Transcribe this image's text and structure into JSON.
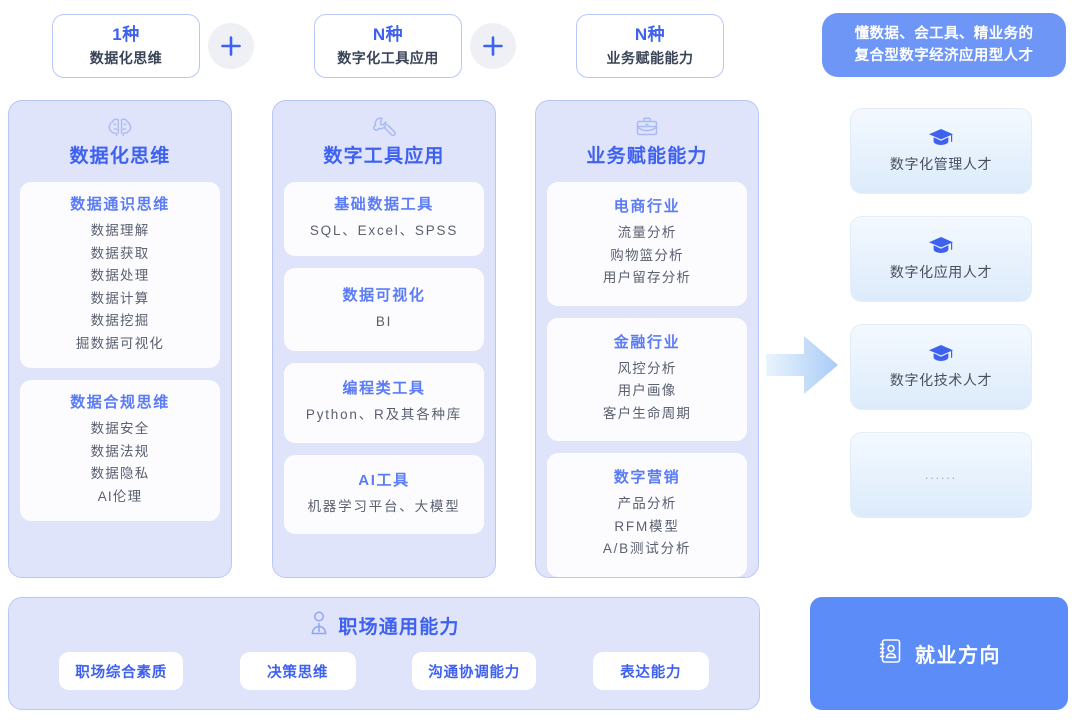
{
  "top_row": {
    "chips": [
      {
        "count": "1种",
        "label": "数据化思维"
      },
      {
        "count": "N种",
        "label": "数字化工具应用"
      },
      {
        "count": "N种",
        "label": "业务赋能能力"
      }
    ],
    "separators": [
      "plus-icon",
      "plus-icon"
    ]
  },
  "top_badge": {
    "line1": "懂数据、会工具、精业务的",
    "line2": "复合型数字经济应用型人才",
    "color": "#6e96f7"
  },
  "columns": [
    {
      "icon": "brain-icon",
      "title": "数据化思维",
      "cards": [
        {
          "title": "数据通识思维",
          "items": [
            "数据理解",
            "数据获取",
            "数据处理",
            "数据计算",
            "数据挖掘",
            "掘数据可视化"
          ]
        },
        {
          "title": "数据合规思维",
          "items": [
            "数据安全",
            "数据法规",
            "数据隐私",
            "AI伦理"
          ]
        }
      ]
    },
    {
      "icon": "wrench-icon",
      "title": "数字工具应用",
      "cards": [
        {
          "title": "基础数据工具",
          "items": [
            "SQL、Excel、SPSS"
          ]
        },
        {
          "title": "数据可视化",
          "items": [
            "BI"
          ]
        },
        {
          "title": "编程类工具",
          "items": [
            "Python、R及其各种库"
          ]
        },
        {
          "title": "AI工具",
          "items": [
            "机器学习平台、大模型"
          ]
        }
      ]
    },
    {
      "icon": "briefcase-icon",
      "title": "业务赋能能力",
      "cards": [
        {
          "title": "电商行业",
          "items": [
            "流量分析",
            "购物篮分析",
            "用户留存分析"
          ]
        },
        {
          "title": "金融行业",
          "items": [
            "风控分析",
            "用户画像",
            "客户生命周期"
          ]
        },
        {
          "title": "数字营销",
          "items": [
            "产品分析",
            "RFM模型",
            "A/B测试分析"
          ]
        }
      ]
    }
  ],
  "arrow": {
    "icon": "right-arrow-icon"
  },
  "talents": [
    {
      "icon": "graduation-cap-icon",
      "label": "数字化管理人才"
    },
    {
      "icon": "graduation-cap-icon",
      "label": "数字化应用人才"
    },
    {
      "icon": "graduation-cap-icon",
      "label": "数字化技术人才"
    },
    {
      "icon": "",
      "label": "......"
    }
  ],
  "bottom_panel": {
    "icon": "person-icon",
    "title": "职场通用能力",
    "chips": [
      "职场综合素质",
      "决策思维",
      "沟通协调能力",
      "表达能力"
    ]
  },
  "job_card": {
    "icon": "contact-book-icon",
    "label": "就业方向",
    "color": "#5b8cf7"
  },
  "theme": {
    "accent_blue": "#3f61f0",
    "panel_bg": "#dfe4fb",
    "panel_border": "#b9c7f7",
    "subcard_bg": "#fcfcfe"
  }
}
